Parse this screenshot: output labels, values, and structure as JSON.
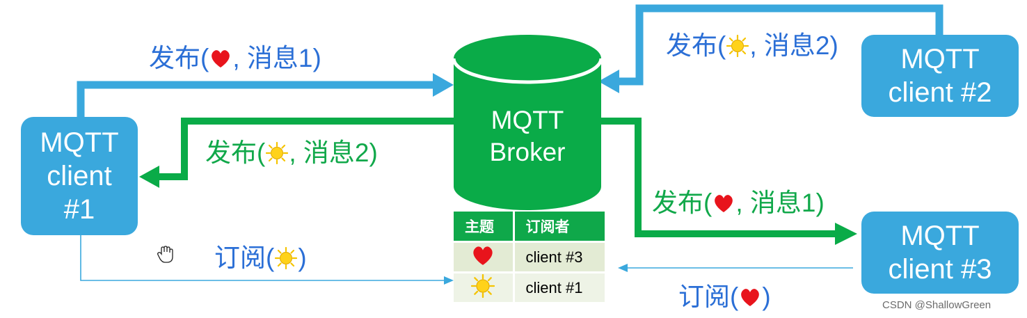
{
  "colors": {
    "client_box": "#3aa8dd",
    "broker": "#0aab48",
    "publish_blue": "#3aa8dd",
    "publish_green": "#0aab48",
    "label_blue": "#2b6fd6",
    "label_green": "#11a84a",
    "heart": "#e8141c",
    "sun": "#f5c400"
  },
  "clients": {
    "client1": [
      "MQTT",
      "client",
      "#1"
    ],
    "client2": [
      "MQTT",
      "client #2"
    ],
    "client3": [
      "MQTT",
      "client #3"
    ]
  },
  "broker": {
    "line1": "MQTT",
    "line2": "Broker"
  },
  "labels": {
    "pub_heart_from_client1": {
      "prefix": "发布(",
      "icon": "heart-icon",
      "suffix": ", 消息1)"
    },
    "pub_sun_from_client2": {
      "prefix": "发布(",
      "icon": "sun-icon",
      "suffix": ", 消息2)"
    },
    "pub_sun_to_client1": {
      "prefix": "发布(",
      "icon": "sun-icon",
      "suffix": ", 消息2)"
    },
    "pub_heart_to_client3": {
      "prefix": "发布(",
      "icon": "heart-icon",
      "suffix": ", 消息1)"
    },
    "sub_sun_client1": {
      "prefix": "订阅(",
      "icon": "sun-icon",
      "suffix": ")"
    },
    "sub_heart_client3": {
      "prefix": "订阅(",
      "icon": "heart-icon",
      "suffix": ")"
    }
  },
  "subscription_table": {
    "headers": [
      "主题",
      "订阅者"
    ],
    "rows": [
      {
        "topic_icon": "heart-icon",
        "subscriber": "client #3"
      },
      {
        "topic_icon": "sun-icon",
        "subscriber": "client #1"
      }
    ]
  },
  "watermark": "CSDN @ShallowGreen"
}
